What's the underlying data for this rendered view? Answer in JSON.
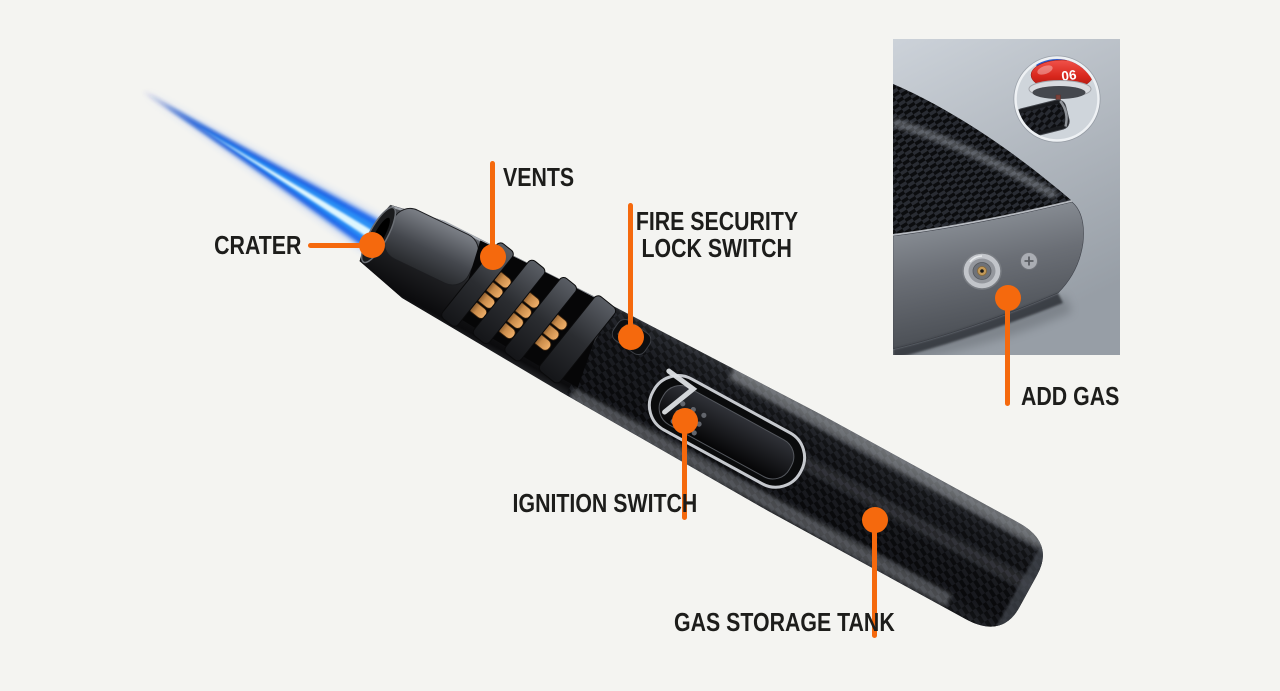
{
  "colors": {
    "accent": "#f5690d",
    "background": "#f4f4f1",
    "label_text": "#1d1d1b",
    "flame_outer_blue": "#0e47d6",
    "flame_core": "#e8fcff",
    "body_carbon": "#101114",
    "body_metal": "#55585e",
    "inset_background": "#c0c7cf",
    "gas_can_red": "#d8261c"
  },
  "labels": {
    "crater": "CRATER",
    "vents": "VENTS",
    "fire_lock_line1": "FIRE SECURITY",
    "fire_lock_line2": "LOCK SWITCH",
    "ignition": "IGNITION SWITCH",
    "gas_tank": "GAS STORAGE TANK",
    "add_gas": "ADD GAS"
  },
  "inset": {
    "magnifier": {
      "can_text": "06"
    }
  }
}
